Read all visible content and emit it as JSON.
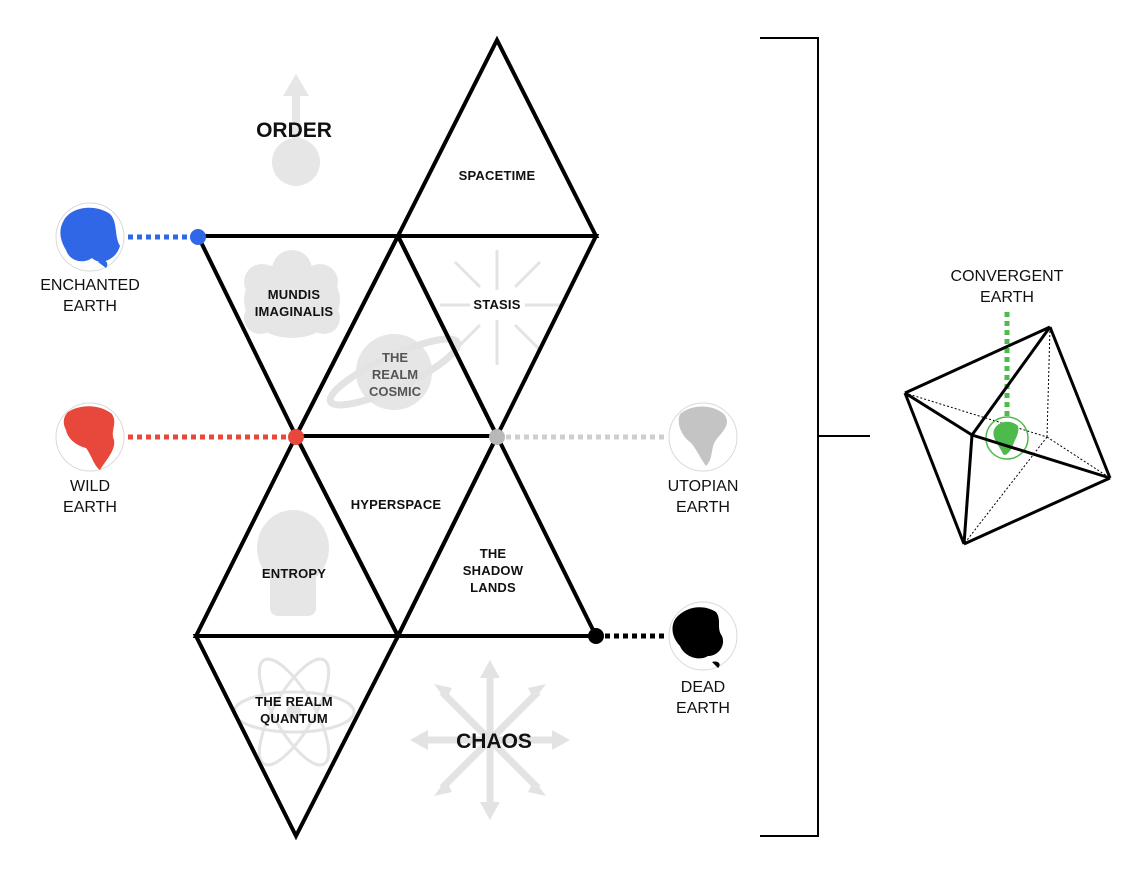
{
  "regions": {
    "order": "ORDER",
    "chaos": "CHAOS"
  },
  "triangles": {
    "spacetime": "SPACETIME",
    "mundis_line1": "MUNDIS",
    "mundis_line2": "IMAGINALIS",
    "stasis": "STASIS",
    "cosmic_line1": "THE",
    "cosmic_line2": "REALM",
    "cosmic_line3": "COSMIC",
    "hyperspace": "HYPERSPACE",
    "entropy": "ENTROPY",
    "shadow_line1": "THE",
    "shadow_line2": "SHADOW",
    "shadow_line3": "LANDS",
    "quantum_line1": "THE REALM",
    "quantum_line2": "QUANTUM"
  },
  "earths": {
    "enchanted": {
      "line1": "ENCHANTED",
      "line2": "EARTH",
      "color": "#2f67e6"
    },
    "wild": {
      "line1": "WILD",
      "line2": "EARTH",
      "color": "#e8473c"
    },
    "utopian": {
      "line1": "UTOPIAN",
      "line2": "EARTH",
      "color": "#b8b8b8"
    },
    "dead": {
      "line1": "DEAD",
      "line2": "EARTH",
      "color": "#000000"
    },
    "convergent": {
      "line1": "CONVERGENT",
      "line2": "EARTH",
      "color": "#4cbb4c"
    }
  }
}
